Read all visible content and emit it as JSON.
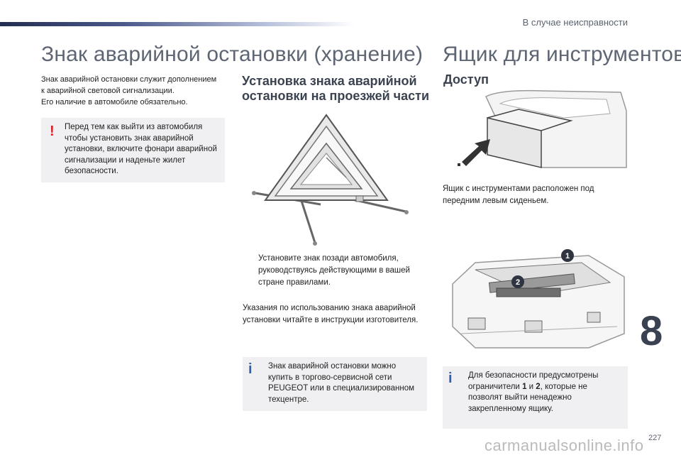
{
  "header": {
    "chapter_title": "В случае неисправности"
  },
  "left": {
    "title": "Знак аварийной остановки (хранение)",
    "intro": [
      "Знак аварийной остановки служит дополнением",
      "к аварийной световой сигнализации.",
      "Его наличие в автомобиле обязательно."
    ],
    "warning": {
      "icon": "!",
      "text": "Перед тем как выйти из автомобиля чтобы установить знак аварийной установки, включите фонари аварийной сигнализации и наденьте жилет безопасности."
    }
  },
  "middle": {
    "heading": "Установка знака аварийной остановки на проезжей части",
    "bullet_mark": "",
    "bullet": "Установите знак позади автомобиля, руководствуясь действующими в вашей стране правилами.",
    "paragraph": "Указания по использованию знака аварийной установки читайте в инструкции изготовителя.",
    "info": {
      "icon": "i",
      "text": "Знак аварийной остановки можно купить в торгово-сервисной сети PEUGEOT или в специализированном техцентре."
    }
  },
  "right": {
    "title": "Ящик для инструментов",
    "heading": "Доступ",
    "paragraph": "Ящик с инструментами расположен под передним левым сиденьем.",
    "info": {
      "icon": "i",
      "text_before": "Для безопасности предусмотрены ограничители ",
      "num1": "1",
      "and": " и ",
      "num2": "2",
      "text_after": ", которые не позволят выйти ненадежно закрепленному ящику."
    },
    "callouts": [
      "1",
      "2"
    ]
  },
  "footer": {
    "chapter_number": "8",
    "page_number": "227",
    "watermark": "carmanualsonline.info"
  },
  "colors": {
    "warning_red": "#d6242a",
    "info_blue": "#2f5fae",
    "note_bg": "#f0f0f2"
  }
}
